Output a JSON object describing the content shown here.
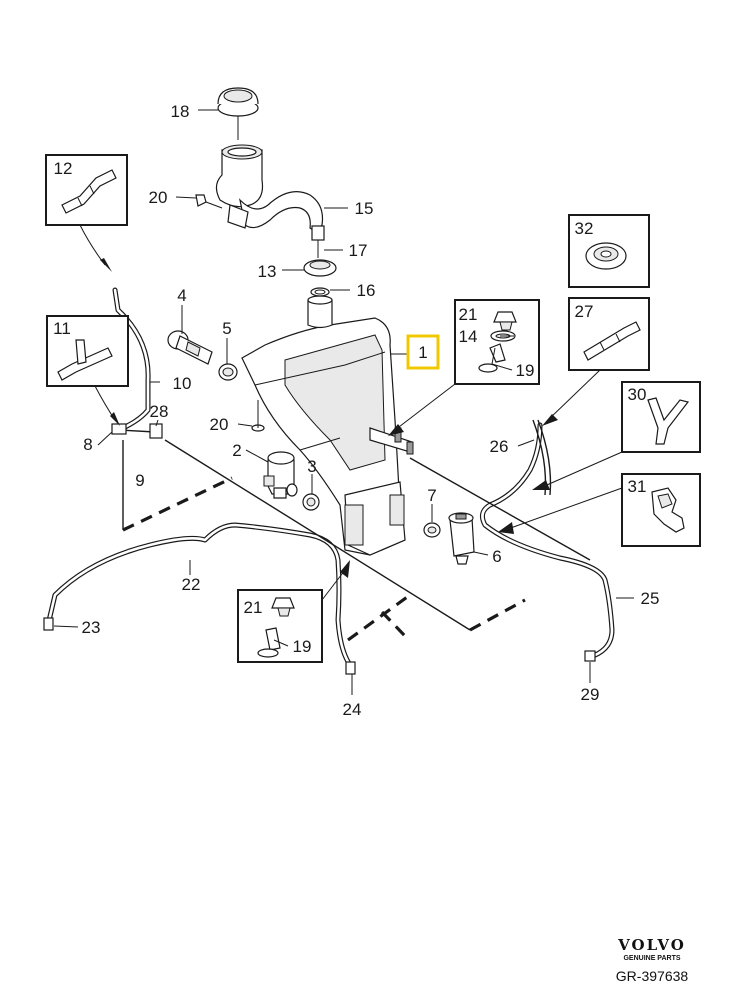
{
  "callouts": {
    "c1": "1",
    "c2": "2",
    "c3": "3",
    "c4": "4",
    "c5": "5",
    "c6": "6",
    "c7": "7",
    "c8": "8",
    "c9": "9",
    "c10": "10",
    "c11": "11",
    "c12": "12",
    "c13": "13",
    "c14": "14",
    "c15": "15",
    "c16": "16",
    "c17": "17",
    "c18": "18",
    "c19a": "19",
    "c19b": "19",
    "c20a": "20",
    "c20b": "20",
    "c21a": "21",
    "c21b": "21",
    "c22": "22",
    "c23": "23",
    "c24": "24",
    "c25": "25",
    "c26": "26",
    "c27": "27",
    "c28": "28",
    "c29": "29",
    "c30": "30",
    "c31": "31",
    "c32": "32"
  },
  "highlight_color": "#f0c800",
  "footer": {
    "brand": "VOLVO",
    "tagline": "GENUINE PARTS",
    "reference": "GR-397638"
  }
}
